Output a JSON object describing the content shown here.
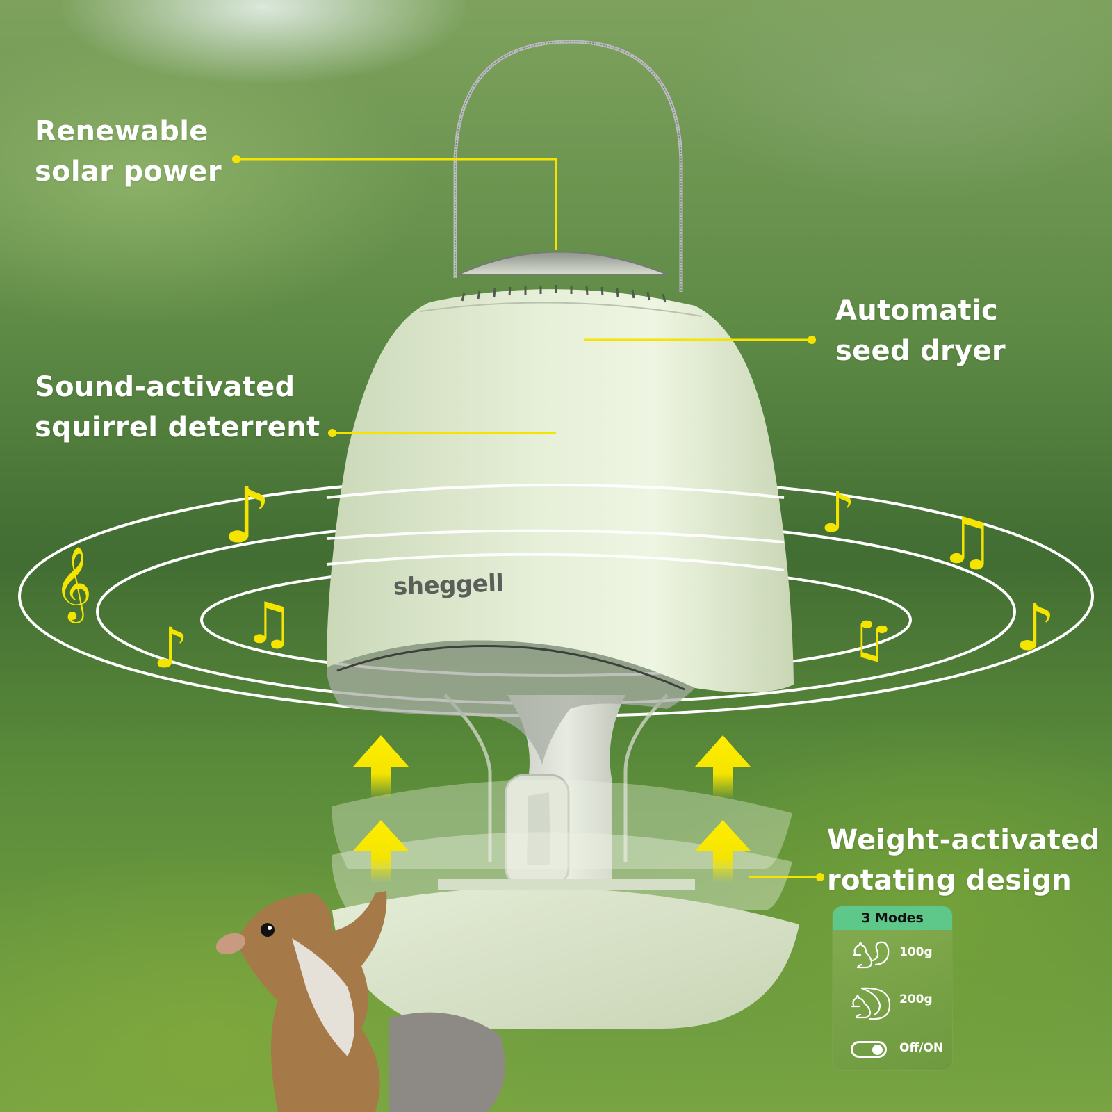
{
  "brand": {
    "logo_text": "sheggell"
  },
  "callouts": {
    "solar": {
      "line1": "Renewable",
      "line2": "solar power"
    },
    "dryer": {
      "line1": "Automatic",
      "line2": "seed dryer"
    },
    "sound": {
      "line1": "Sound-activated",
      "line2": "squirrel deterrent"
    },
    "weight": {
      "line1": "Weight-activated",
      "line2": "rotating design"
    }
  },
  "modes_panel": {
    "title": "3 Modes",
    "modes": [
      {
        "icon": "small-squirrel-icon",
        "value": "100g"
      },
      {
        "icon": "large-squirrel-icon",
        "value": "200g"
      },
      {
        "icon": "toggle-switch-icon",
        "value": "Off/ON"
      }
    ]
  },
  "decorations": {
    "music_notes": [
      "treble-clef",
      "eighth-note",
      "eighth-note",
      "beamed-eighth-notes",
      "eighth-note",
      "beamed-eighth-notes",
      "eighth-note",
      "beamed-eighth-notes"
    ],
    "arrows": [
      "up-arrow",
      "up-arrow",
      "up-arrow",
      "up-arrow"
    ]
  },
  "colors": {
    "accent_yellow": "#f5e400",
    "feeder_body": "#dfe9cf",
    "modes_header": "#5ec88a",
    "text_white": "#ffffff",
    "logo_gray": "#5a5f5a"
  }
}
